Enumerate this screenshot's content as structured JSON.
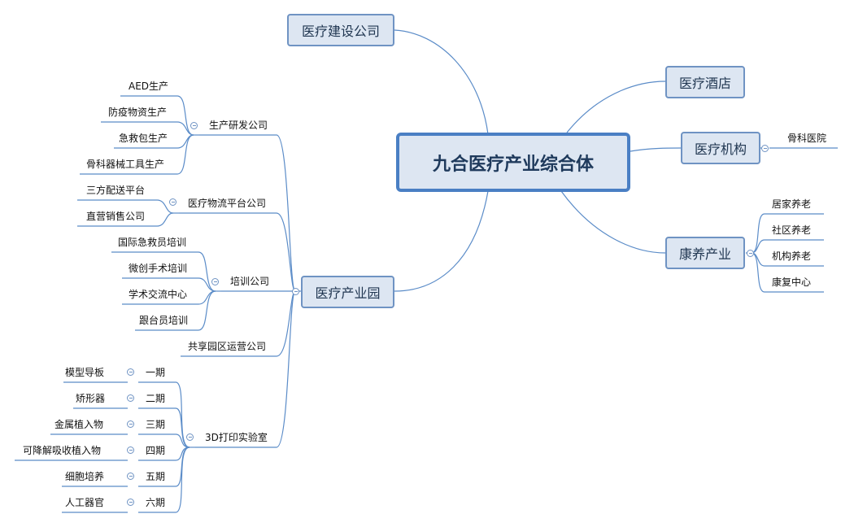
{
  "root": "九合医疗产业综合体",
  "right": {
    "hotel": "医疗酒店",
    "institution": "医疗机构",
    "institution_children": [
      "骨科医院"
    ],
    "wellness": "康养产业",
    "wellness_children": [
      "居家养老",
      "社区养老",
      "机构养老",
      "康复中心"
    ]
  },
  "left": {
    "construction": "医疗建设公司",
    "park": "医疗产业园",
    "rd_company": "生产研发公司",
    "rd_children": [
      "AED生产",
      "防疫物资生产",
      "急救包生产",
      "骨科器械工具生产"
    ],
    "logistics": "医疗物流平台公司",
    "logistics_children": [
      "三方配送平台",
      "直营销售公司"
    ],
    "training": "培训公司",
    "training_children": [
      "国际急救员培训",
      "微创手术培训",
      "学术交流中心",
      "跟台员培训"
    ],
    "shared_ops": "共享园区运营公司",
    "lab": "3D打印实验室",
    "phases": [
      "一期",
      "二期",
      "三期",
      "四期",
      "五期",
      "六期"
    ],
    "phase_items": [
      "模型导板",
      "矫形器",
      "金属植入物",
      "可降解吸收植入物",
      "细胞培养",
      "人工器官"
    ]
  },
  "colors": {
    "line": "#5b8cc8",
    "box_fill": "#dde6f2",
    "box_border": "#6f93c3",
    "root_border": "#4a7fc4"
  }
}
